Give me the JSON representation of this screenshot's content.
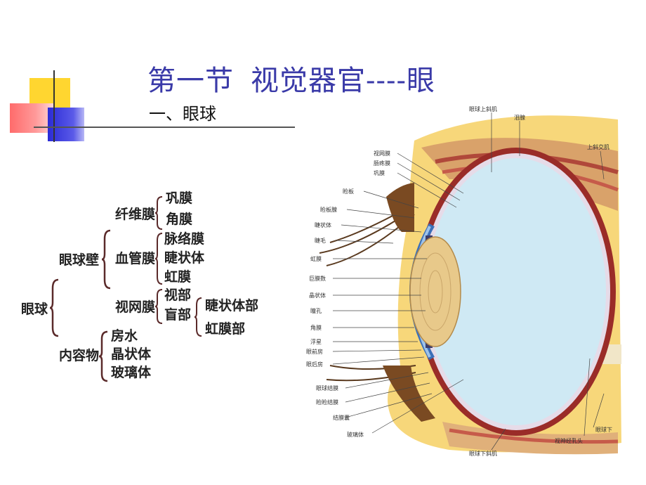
{
  "slide": {
    "title_main": "第一节",
    "title_rest": "视觉器官----眼",
    "subtitle": "一、眼球"
  },
  "tree": {
    "root": "眼球",
    "wall": {
      "label": "眼球壁",
      "fibrous": {
        "label": "纤维膜",
        "items": [
          "巩膜",
          "角膜"
        ]
      },
      "vascular": {
        "label": "血管膜",
        "items": [
          "脉络膜",
          "睫状体",
          "虹膜"
        ]
      },
      "retina": {
        "label": "视网膜",
        "items": [
          "视部",
          "盲部"
        ],
        "blind_items": [
          "睫状体部",
          "虹膜部"
        ]
      }
    },
    "contents": {
      "label": "内容物",
      "items": [
        "房水",
        "晶状体",
        "玻璃体"
      ]
    }
  },
  "colors": {
    "title": "#3a3aa8",
    "deco_yellow": "#ffd630",
    "deco_red": "#ff6b6b",
    "deco_blue": "#2b2bd6",
    "brace": "#5a2a2a"
  },
  "figure": {
    "left_labels": [
      "视网膜",
      "肠疼膜",
      "巩膜",
      "睑板",
      "睑板腺",
      "睫状体",
      "睫毛",
      "虹膜",
      "巨膜数",
      "晶状体",
      "瞳孔",
      "角膜",
      "浮星",
      "眼前房",
      "眼后房",
      "眼球结膜",
      "睑睑结膜",
      "结膜囊",
      "玻璃体"
    ],
    "top_labels": [
      "眼球上斜肌",
      "泪腺",
      "上斜交肌"
    ],
    "bottom_labels": [
      "眼球下斜肌",
      "视神经乳头",
      "眼球下"
    ]
  }
}
